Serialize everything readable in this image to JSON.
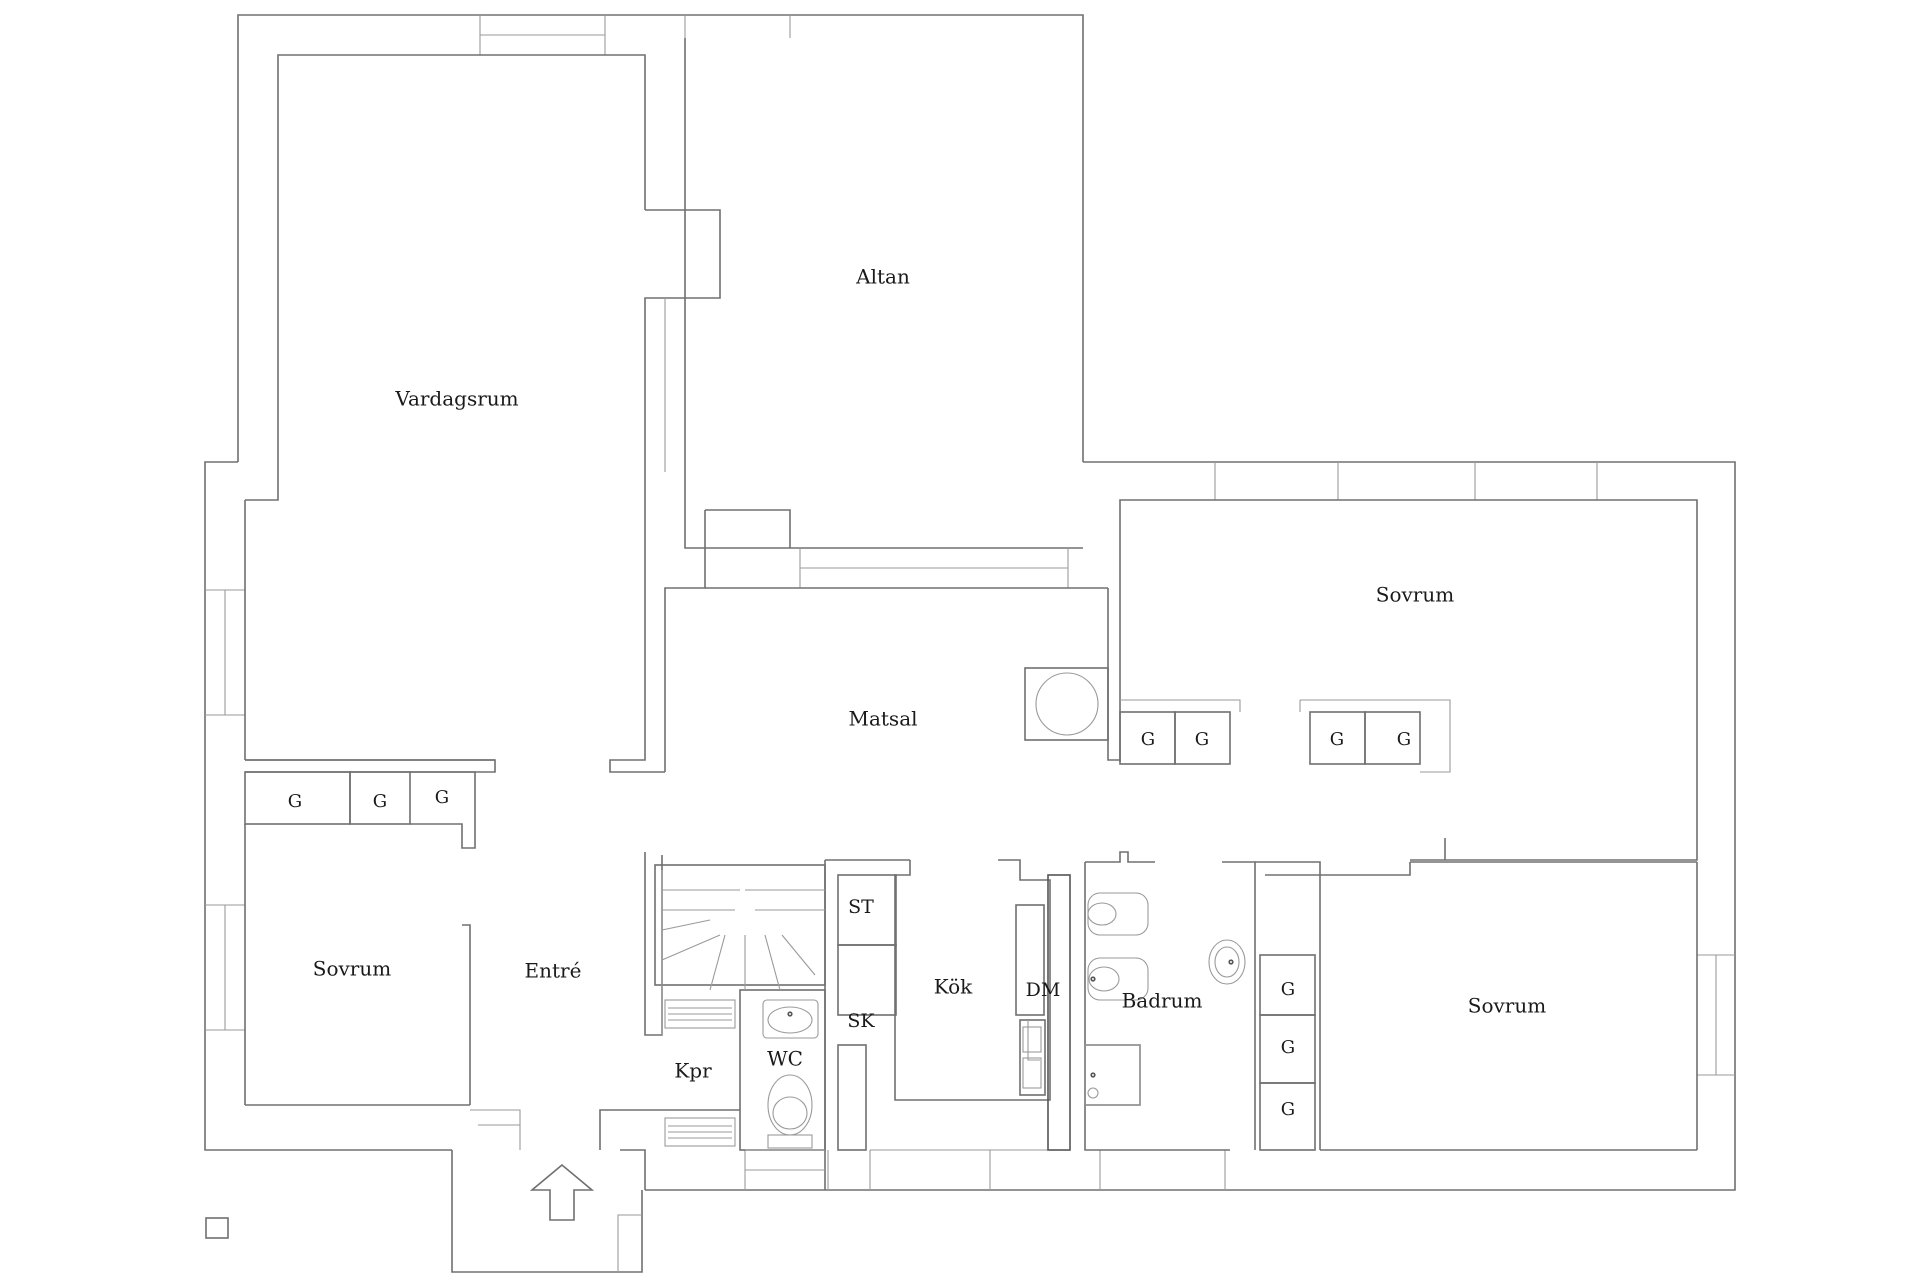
{
  "rooms": {
    "altan": "Altan",
    "vardagsrum": "Vardagsrum",
    "matsal": "Matsal",
    "sovrum_main": "Sovrum",
    "sovrum_left": "Sovrum",
    "sovrum_right": "Sovrum",
    "entre": "Entré",
    "kok": "Kök",
    "dm": "DM",
    "badrum": "Badrum",
    "kpr": "Kpr",
    "wc": "WC",
    "st": "ST",
    "sk": "SK"
  },
  "closets": {
    "left": [
      "G",
      "G",
      "G"
    ],
    "mid": [
      "G",
      "G"
    ],
    "main": [
      "G",
      "G"
    ],
    "right": [
      "G",
      "G",
      "G"
    ]
  },
  "symbols": {
    "entrance": "arrow-up-icon",
    "legend": "legend-square-icon"
  }
}
